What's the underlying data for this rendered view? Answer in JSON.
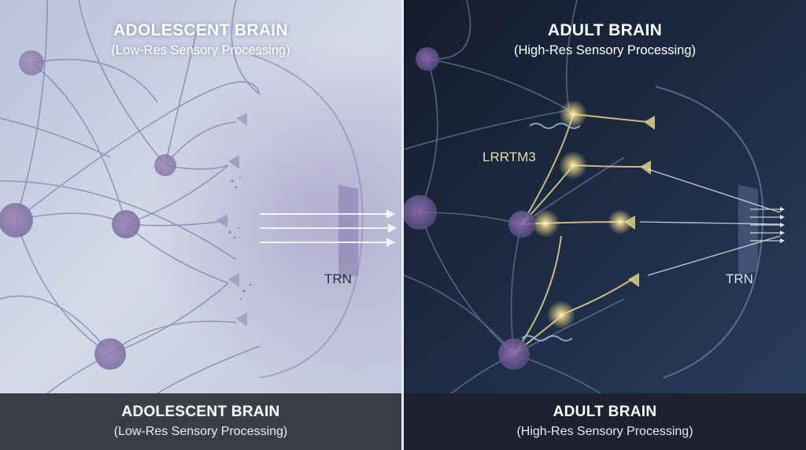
{
  "left_panel": {
    "title": "ADOLESCENT BRAIN",
    "subtitle": "(Low-Res Sensory Processing)",
    "bottom_title": "ADOLESCENT BRAIN",
    "bottom_subtitle": "(Low-Res Sensory Processing)",
    "region_label": "TRN",
    "background_color": "#c9cfe2"
  },
  "right_panel": {
    "title": "ADULT BRAIN",
    "subtitle": "(High-Res Sensory Processing)",
    "bottom_title": "ADULT BRAIN",
    "bottom_subtitle": "(High-Res Sensory Processing)",
    "region_label": "TRN",
    "protein_label": "LRRTM3",
    "background_color": "#1d2a40",
    "synapse_glow_color": "#f3dd8c"
  }
}
